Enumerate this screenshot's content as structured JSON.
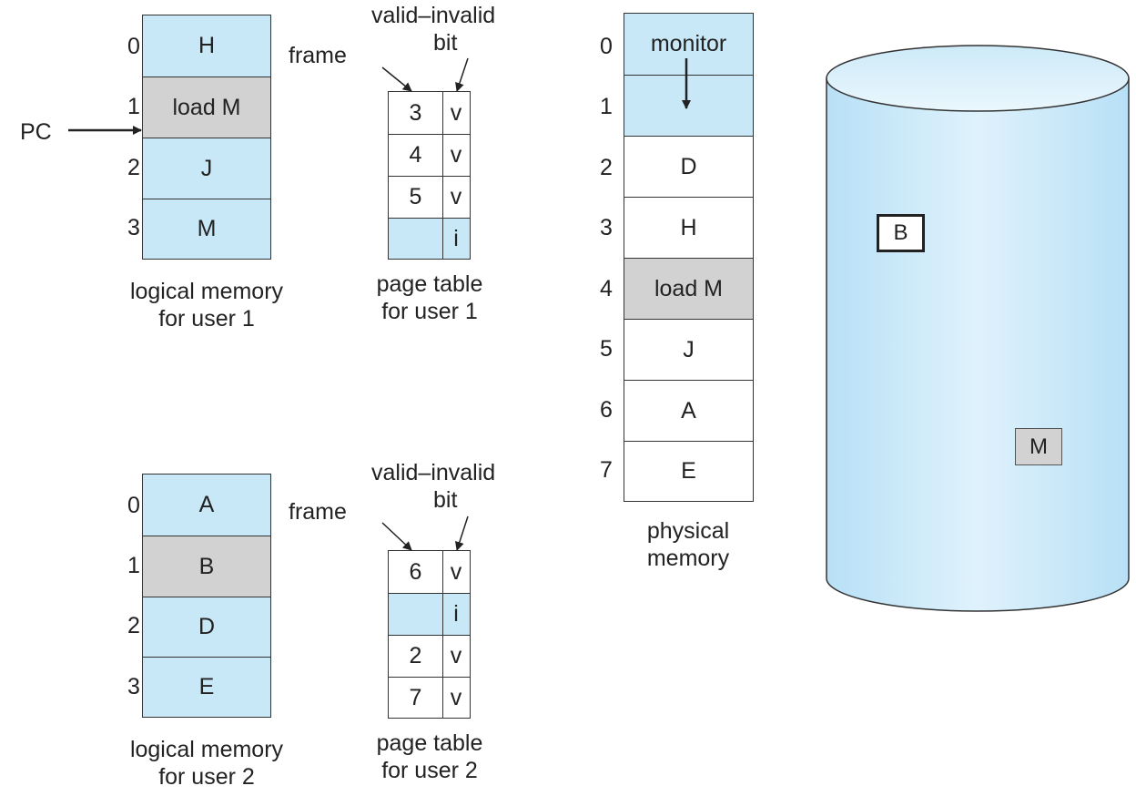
{
  "colors": {
    "blue": "#c8e8f8",
    "gray": "#d2d2d2",
    "white": "#ffffff",
    "stroke": "#333333"
  },
  "user1": {
    "logical_memory": {
      "indices": [
        "0",
        "1",
        "2",
        "3"
      ],
      "pages": [
        {
          "label": "H",
          "fill": "blue"
        },
        {
          "label": "load M",
          "fill": "gray"
        },
        {
          "label": "J",
          "fill": "blue"
        },
        {
          "label": "M",
          "fill": "blue"
        }
      ],
      "caption_line1": "logical memory",
      "caption_line2": "for user 1"
    },
    "pc_label": "PC",
    "page_table": {
      "frame_label": "frame",
      "bit_label_line1": "valid–invalid",
      "bit_label_line2": "bit",
      "rows": [
        {
          "frame": "3",
          "bit": "v",
          "fill": "white"
        },
        {
          "frame": "4",
          "bit": "v",
          "fill": "white"
        },
        {
          "frame": "5",
          "bit": "v",
          "fill": "white"
        },
        {
          "frame": "",
          "bit": "i",
          "fill": "blue"
        }
      ],
      "caption_line1": "page table",
      "caption_line2": "for user 1"
    }
  },
  "user2": {
    "logical_memory": {
      "indices": [
        "0",
        "1",
        "2",
        "3"
      ],
      "pages": [
        {
          "label": "A",
          "fill": "blue"
        },
        {
          "label": "B",
          "fill": "gray"
        },
        {
          "label": "D",
          "fill": "blue"
        },
        {
          "label": "E",
          "fill": "blue"
        }
      ],
      "caption_line1": "logical memory",
      "caption_line2": "for user 2"
    },
    "page_table": {
      "frame_label": "frame",
      "bit_label_line1": "valid–invalid",
      "bit_label_line2": "bit",
      "rows": [
        {
          "frame": "6",
          "bit": "v",
          "fill": "white"
        },
        {
          "frame": "",
          "bit": "i",
          "fill": "blue"
        },
        {
          "frame": "2",
          "bit": "v",
          "fill": "white"
        },
        {
          "frame": "7",
          "bit": "v",
          "fill": "white"
        }
      ],
      "caption_line1": "page table",
      "caption_line2": "for user 2"
    }
  },
  "physical_memory": {
    "indices": [
      "0",
      "1",
      "2",
      "3",
      "4",
      "5",
      "6",
      "7"
    ],
    "frames": [
      {
        "label": "monitor",
        "fill": "blue"
      },
      {
        "label": "",
        "fill": "blue"
      },
      {
        "label": "D",
        "fill": "white"
      },
      {
        "label": "H",
        "fill": "white"
      },
      {
        "label": "load M",
        "fill": "gray"
      },
      {
        "label": "J",
        "fill": "white"
      },
      {
        "label": "A",
        "fill": "white"
      },
      {
        "label": "E",
        "fill": "white"
      }
    ],
    "caption_line1": "physical",
    "caption_line2": "memory"
  },
  "disk": {
    "items": [
      {
        "label": "B",
        "fill": "white"
      },
      {
        "label": "M",
        "fill": "gray"
      }
    ]
  }
}
